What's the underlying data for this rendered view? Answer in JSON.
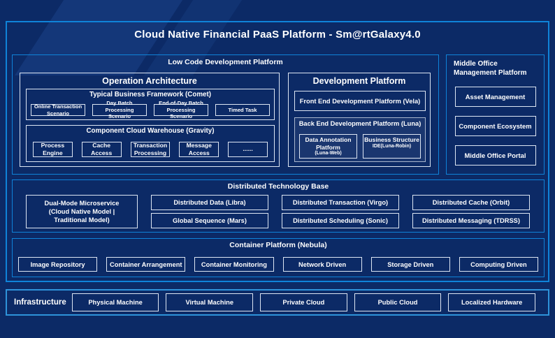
{
  "title": "Cloud Native Financial PaaS Platform - Sm@rtGalaxy4.0",
  "low_code": {
    "label": "Low Code Development Platform",
    "operation_architecture": {
      "title": "Operation Architecture",
      "comet": {
        "title": "Typical Business Framework (Comet)",
        "items": [
          "Online Transaction Scenario",
          "Day Batch Processing Scenario",
          "End-of-Day Batch Processing Scenario",
          "Timed Task"
        ]
      },
      "gravity": {
        "title": "Component Cloud Warehouse (Gravity)",
        "items": [
          "Process Engine",
          "Cache Access",
          "Transaction Processing",
          "Message Access",
          "......"
        ]
      }
    },
    "development_platform": {
      "title": "Development Platform",
      "front_end": "Front End Development Platform (Vela)",
      "back_end": {
        "title": "Back End Development Platform (Luna)",
        "items": [
          {
            "main": "Data Annotation Platform",
            "sub": "(Luna-Web)"
          },
          {
            "main": "Business Structure",
            "sub": "IDE(Luna-Robin)"
          }
        ]
      }
    }
  },
  "middle_office": {
    "title": "Middle Office Management Platform",
    "items": [
      "Asset Management",
      "Component Ecosystem",
      "Middle Office Portal"
    ]
  },
  "distributed": {
    "title": "Distributed Technology Base",
    "dual_mode": {
      "line1": "Dual-Mode Microservice",
      "line2": "(Cloud Native Model | Traditional Model)"
    },
    "rows": [
      [
        "Distributed Data (Libra)",
        "Distributed Transaction (Virgo)",
        "Distributed Cache (Orbit)"
      ],
      [
        "Global Sequence (Mars)",
        "Distributed Scheduling (Sonic)",
        "Distributed Messaging (TDRSS)"
      ]
    ]
  },
  "container_platform": {
    "title": "Container Platform (Nebula)",
    "items": [
      "Image Repository",
      "Container Arrangement",
      "Container Monitoring",
      "Network Driven",
      "Storage Driven",
      "Computing Driven"
    ]
  },
  "infrastructure": {
    "label": "Infrastructure",
    "items": [
      "Physical Machine",
      "Virtual Machine",
      "Private Cloud",
      "Public Cloud",
      "Localized Hardware"
    ]
  },
  "colors": {
    "background": "#0c2a66",
    "frame_blue": "#0f83d9",
    "box_border": "#dde6f3"
  }
}
